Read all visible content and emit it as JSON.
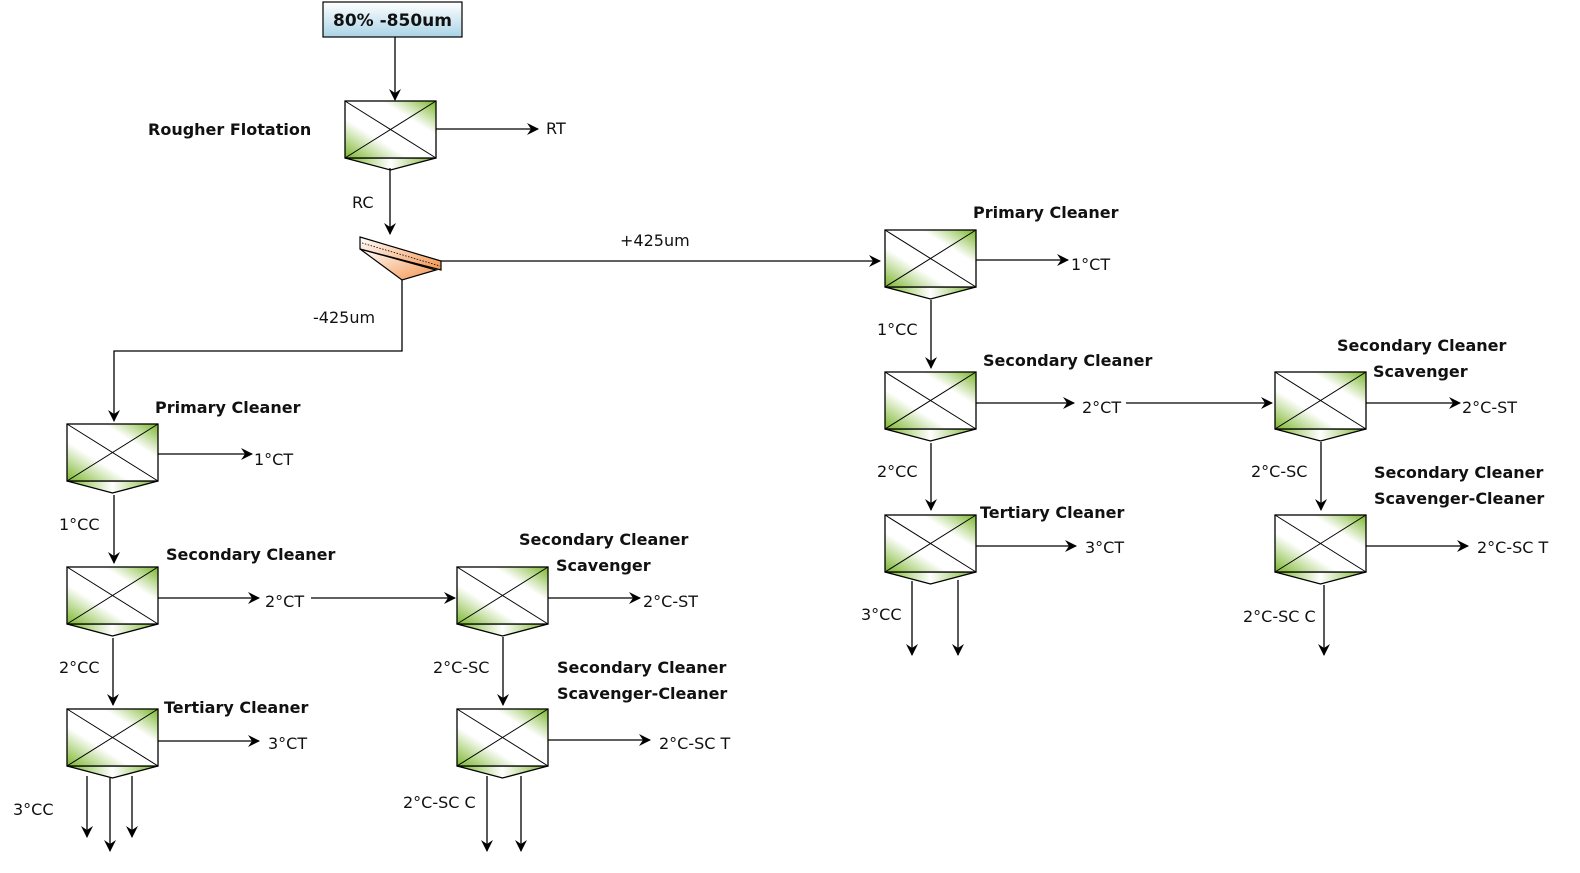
{
  "feed": {
    "label": "80% -850um",
    "fill_top": "#ffffff",
    "fill_bottom": "#a9d4e6"
  },
  "colors": {
    "cell_green": "#7ab52a",
    "screen_orange": "#f4944f",
    "line": "#000000"
  },
  "rougher": {
    "title": "Rougher Flotation",
    "tails": "RT",
    "conc": "RC"
  },
  "screen": {
    "oversize": "+425um",
    "undersize": "-425um"
  },
  "left_circuit": {
    "primary": {
      "title": "Primary Cleaner",
      "tails": "1°CT",
      "conc": "1°CC"
    },
    "secondary": {
      "title": "Secondary Cleaner",
      "tails": "2°CT",
      "conc": "2°CC"
    },
    "tertiary": {
      "title": "Tertiary Cleaner",
      "tails": "3°CT",
      "conc": "3°CC"
    },
    "scavenger": {
      "title_line1": "Secondary Cleaner",
      "title_line2": "Scavenger",
      "tails": "2°C-ST",
      "conc": "2°C-SC"
    },
    "scav_cleaner": {
      "title_line1": "Secondary Cleaner",
      "title_line2": "Scavenger-Cleaner",
      "tails": "2°C-SC T",
      "conc": "2°C-SC C"
    }
  },
  "right_circuit": {
    "primary": {
      "title": "Primary Cleaner",
      "tails": "1°CT",
      "conc": "1°CC"
    },
    "secondary": {
      "title": "Secondary Cleaner",
      "tails": "2°CT",
      "conc": "2°CC"
    },
    "tertiary": {
      "title": "Tertiary Cleaner",
      "tails": "3°CT",
      "conc": "3°CC"
    },
    "scavenger": {
      "title_line1": "Secondary Cleaner",
      "title_line2": "Scavenger",
      "tails": "2°C-ST",
      "conc": "2°C-SC"
    },
    "scav_cleaner": {
      "title_line1": "Secondary Cleaner",
      "title_line2": "Scavenger-Cleaner",
      "tails": "2°C-SC T",
      "conc": "2°C-SC C"
    }
  }
}
